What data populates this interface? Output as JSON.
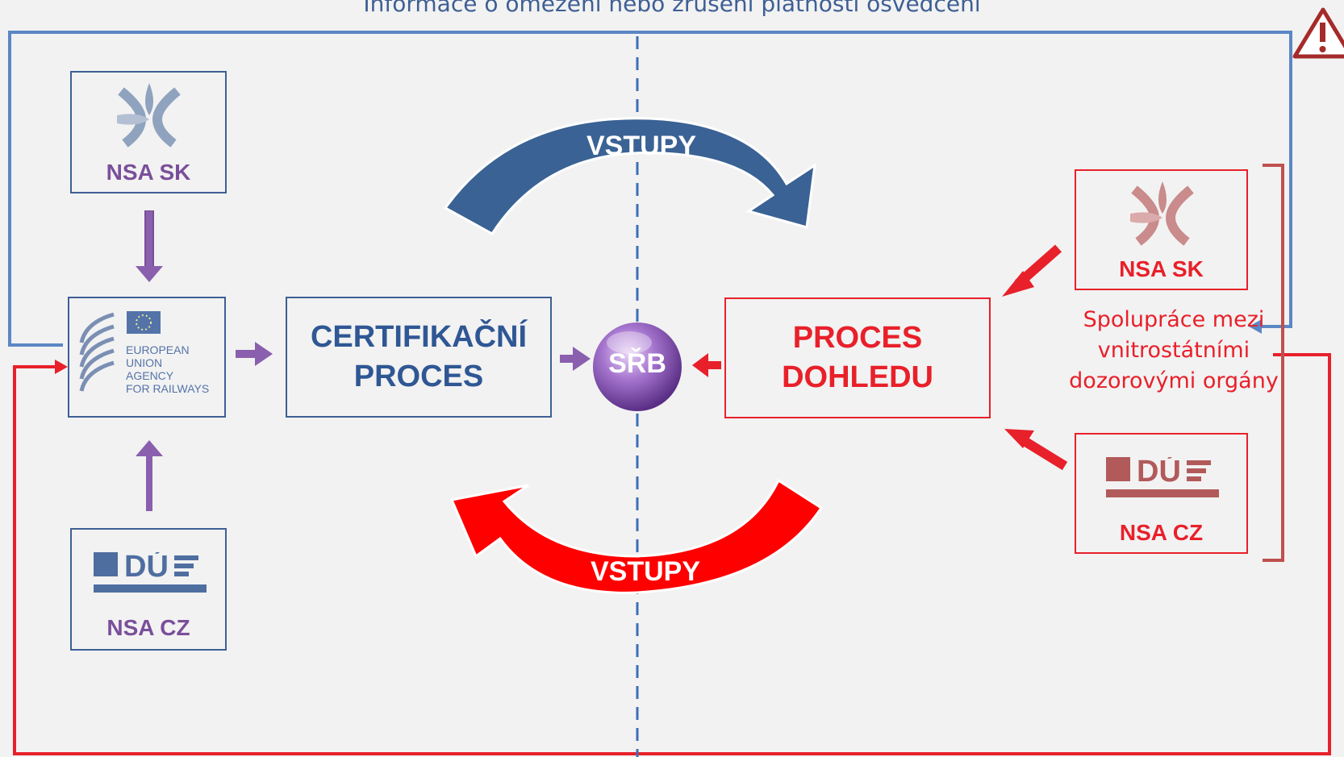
{
  "title": "Informace o omezení nebo zrušení platnosti osvědčení",
  "left": {
    "nsa_sk_label": "NSA SK",
    "nsa_cz_label": "NSA CZ",
    "era_logo_text": [
      "EUROPEAN",
      "UNION",
      "AGENCY",
      "FOR RAILWAYS"
    ]
  },
  "center": {
    "certification_process": "CERTIFIKAČNÍ PROCES",
    "srb_label": "SŘB",
    "supervision_process": "PROCES DOHLEDU",
    "top_arrow_label": "VSTUPY",
    "bottom_arrow_label": "VSTUPY"
  },
  "right": {
    "nsa_sk_label": "NSA SK",
    "nsa_cz_label": "NSA CZ",
    "cooperation_text": "Spolupráce mezi vnitrostátními dozorovými orgány"
  },
  "colors": {
    "blue": "#3e5f94",
    "red": "#e8202a",
    "purple": "#7a4f9a",
    "dark_red": "#c0504d"
  },
  "icons": [
    "nsa-sk-logo",
    "du-logo",
    "era-logo",
    "warning-icon"
  ]
}
